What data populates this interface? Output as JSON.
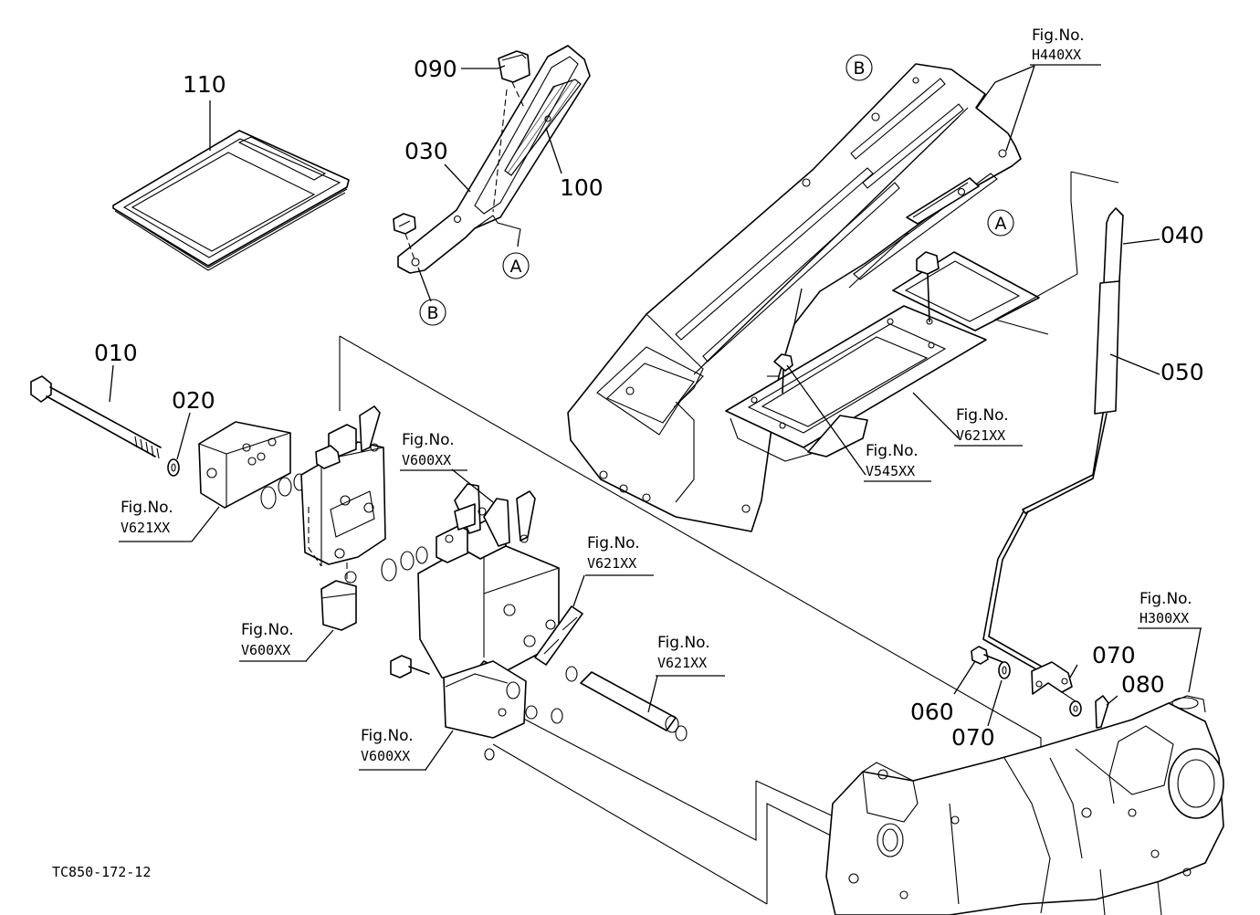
{
  "drawing_ref": "TC850-172-12",
  "parts": {
    "p010": "010",
    "p020": "020",
    "p030": "030",
    "p040": "040",
    "p050": "050",
    "p060": "060",
    "p070a": "070",
    "p070b": "070",
    "p080": "080",
    "p090": "090",
    "p100": "100",
    "p110": "110"
  },
  "connectors": {
    "A_top": "A",
    "A_bracket": "A",
    "B_top": "B",
    "B_bracket": "B"
  },
  "fig_prefix": "Fig.No.",
  "figs": {
    "h440": "H440XX",
    "v621_right": "V621XX",
    "v545": "V545XX",
    "v600_top": "V600XX",
    "v621_left": "V621XX",
    "v621_mid": "V621XX",
    "v600_left": "V600XX",
    "v621_pipe": "V621XX",
    "v600_bottom": "V600XX",
    "h300": "H300XX"
  }
}
